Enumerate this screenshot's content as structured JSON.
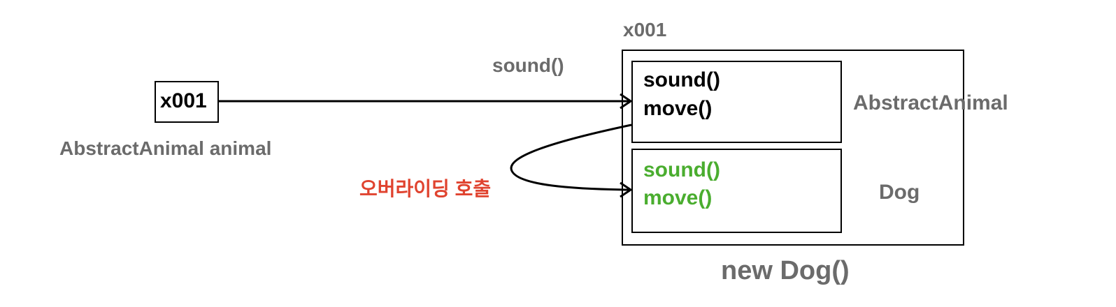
{
  "heap": {
    "address": "x001",
    "constructor": "new Dog()",
    "parent_section": {
      "class": "AbstractAnimal",
      "methods": [
        "sound()",
        "move()"
      ]
    },
    "child_section": {
      "class": "Dog",
      "methods": [
        "sound()",
        "move()"
      ]
    }
  },
  "variable": {
    "value": "x001",
    "declaration": "AbstractAnimal animal"
  },
  "call_label": "sound()",
  "override_label": "오버라이딩 호출",
  "colors": {
    "label_gray": "#6b6b6b",
    "override_green": "#4aad2f",
    "override_red": "#e0432f"
  }
}
